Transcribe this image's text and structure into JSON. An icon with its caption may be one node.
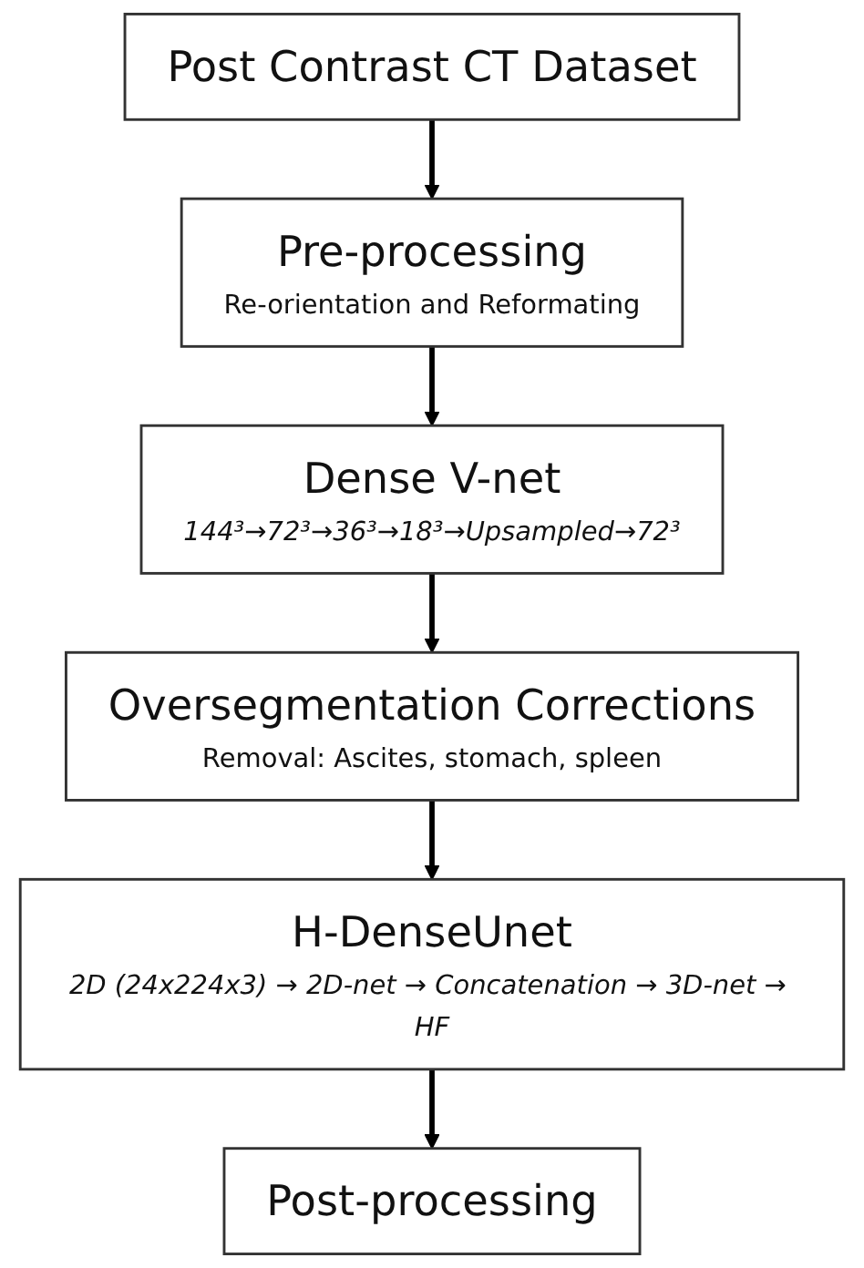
{
  "diagram": {
    "nodes": [
      {
        "text": [
          "Post Contrast CT Dataset"
        ]
      },
      {
        "text": [
          "Pre-processing",
          "Re-orientation and Reformating"
        ]
      },
      {
        "text": [
          "Dense V-net",
          "144³→72³→36³→18³→Upsampled→72³"
        ]
      },
      {
        "text": [
          "Oversegmentation Corrections",
          "Removal: Ascites, stomach, spleen"
        ]
      },
      {
        "text": [
          "H-DenseUnet",
          "2D (24x224x3) → 2D-net → Concatenation → 3D-net → HF"
        ]
      },
      {
        "text": [
          "Post-processing"
        ]
      }
    ],
    "edges": [
      {
        "from": 0,
        "to": 1,
        "arrow": "to"
      },
      {
        "from": 1,
        "to": 2,
        "arrow": "to"
      },
      {
        "from": 2,
        "to": 3,
        "arrow": "to"
      },
      {
        "from": 3,
        "to": 4,
        "arrow": "to"
      },
      {
        "from": 4,
        "to": 5,
        "arrow": "to"
      }
    ]
  }
}
